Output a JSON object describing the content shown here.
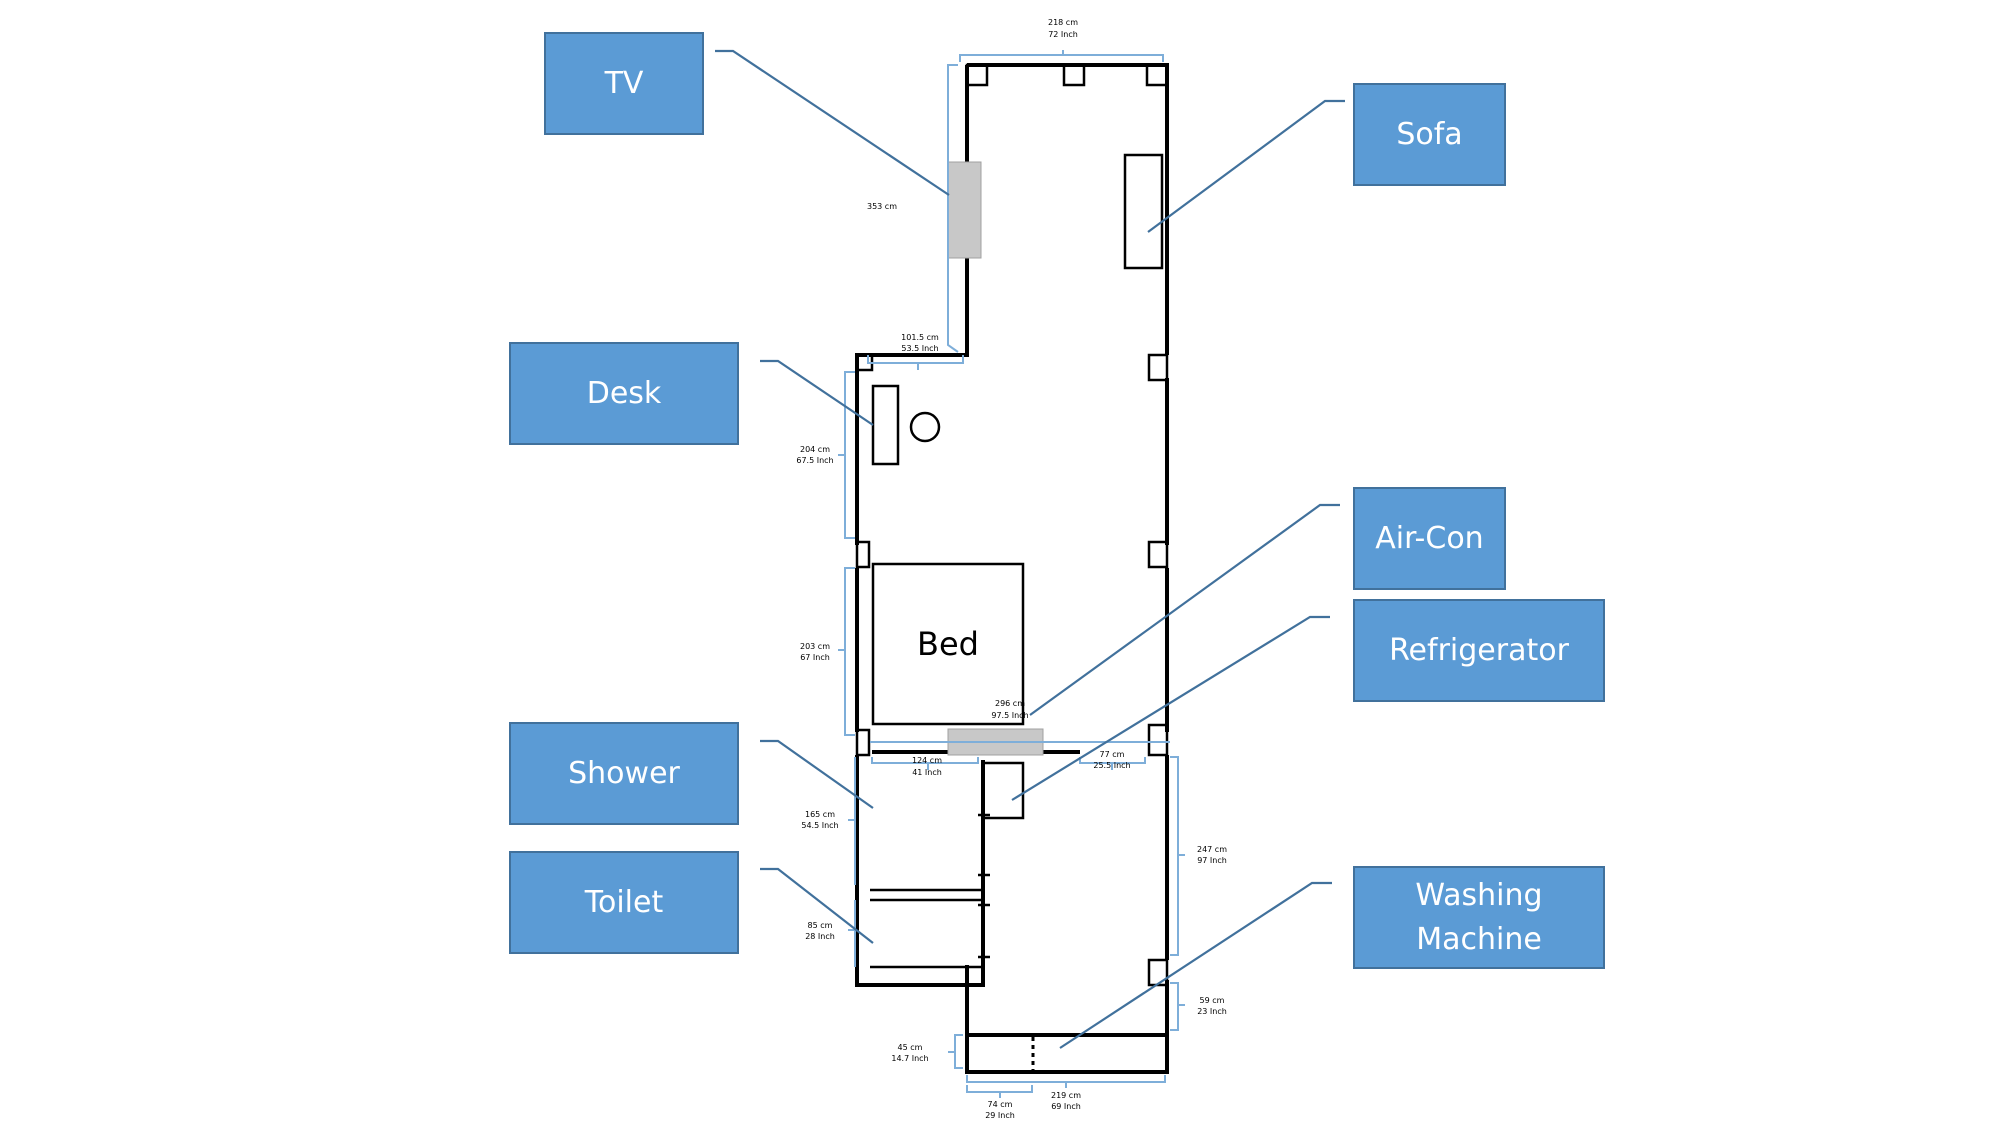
{
  "title": "Apartment floor plan with appliance callouts",
  "callouts": {
    "tv": "TV",
    "sofa": "Sofa",
    "desk": "Desk",
    "aircon": "Air-Con",
    "refrigerator": "Refrigerator",
    "shower": "Shower",
    "toilet": "Toilet",
    "washing_line1": "Washing",
    "washing_line2": "Machine"
  },
  "rooms": {
    "bed": "Bed"
  },
  "dimensions": {
    "top_width": {
      "cm": "218 cm",
      "inch": "72 Inch"
    },
    "living_height": {
      "cm": "353 cm"
    },
    "step_width": {
      "cm": "101.5 cm",
      "inch": "53.5 Inch"
    },
    "desk_zone": {
      "cm": "204 cm",
      "inch": "67.5 Inch"
    },
    "bed_zone": {
      "cm": "203 cm",
      "inch": "67 Inch"
    },
    "aircon_wall": {
      "cm": "296 cm",
      "inch": "97.5 Inch"
    },
    "bath_width": {
      "cm": "124 cm",
      "inch": "41 Inch"
    },
    "door_gap": {
      "cm": "77 cm",
      "inch": "25.5 Inch"
    },
    "shower_depth": {
      "cm": "165 cm",
      "inch": "54.5 Inch"
    },
    "toilet_depth": {
      "cm": "85 cm",
      "inch": "28 Inch"
    },
    "kitchen_depth": {
      "cm": "247 cm",
      "inch": "97 Inch"
    },
    "entry_depth": {
      "cm": "59 cm",
      "inch": "23 Inch"
    },
    "balcony_depth": {
      "cm": "45 cm",
      "inch": "14.7 Inch"
    },
    "balcony_left": {
      "cm": "74 cm",
      "inch": "29 Inch"
    },
    "balcony_width": {
      "cm": "219 cm",
      "inch": "69 Inch"
    }
  },
  "colors": {
    "callout_fill": "#5B9BD5",
    "callout_border": "#41719C",
    "dimension_brace": "#7EAED9",
    "appliance_gray": "#C8C8C8"
  }
}
